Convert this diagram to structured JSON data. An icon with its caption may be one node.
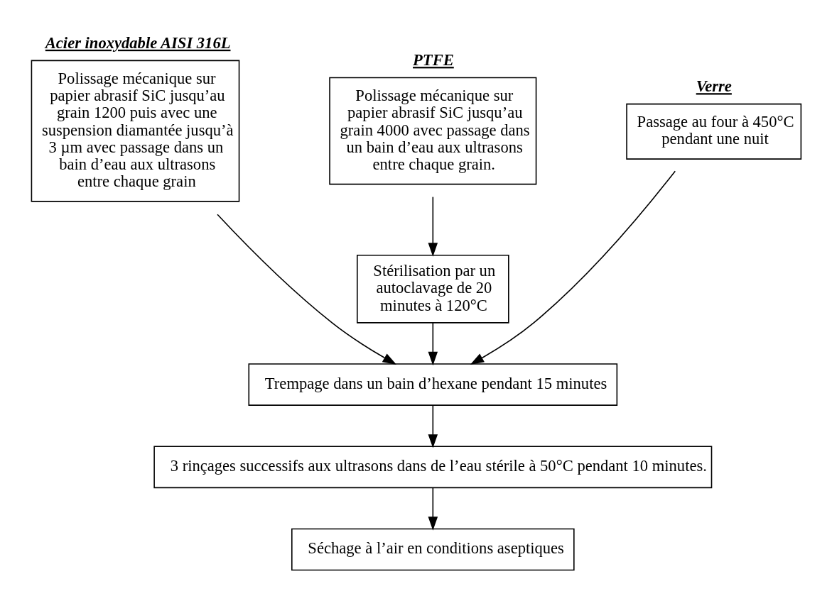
{
  "diagram": {
    "nodes": [
      {
        "text": [
          "Acier inoxydable AISI 316L",
          "Polissage mécanique sur papier abrasif SiC jusqu’au grain 1200 puis avec une suspension diamantée jusqu’à 3 µm avec passage dans un bain d’eau aux ultrasons entre chaque grain"
        ]
      },
      {
        "text": [
          "PTFE",
          "Polissage mécanique sur papier abrasif SiC jusqu’au grain 4000 avec passage dans un bain d’eau aux ultrasons entre chaque grain."
        ]
      },
      {
        "text": [
          "Stérilisation par un autoclavage de 20 minutes à 120°C"
        ]
      },
      {
        "text": [
          "Verre",
          "Passage au four à 450°C pendant une nuit"
        ]
      },
      {
        "text": [
          "Trempage dans un bain d’hexane pendant 15 minutes"
        ]
      },
      {
        "text": [
          "3 rinçages successifs aux ultrasons dans de l’eau stérile à 50°C pendant 10 minutes."
        ]
      },
      {
        "text": [
          "Séchage à l’air en conditions aseptiques"
        ]
      }
    ],
    "edges": [
      {
        "from": 0,
        "to": 4,
        "arrow": "to"
      },
      {
        "from": 1,
        "to": 2,
        "arrow": "to"
      },
      {
        "from": 2,
        "to": 4,
        "arrow": "to"
      },
      {
        "from": 3,
        "to": 4,
        "arrow": "to"
      },
      {
        "from": 4,
        "to": 5,
        "arrow": "to"
      },
      {
        "from": 5,
        "to": 6,
        "arrow": "to"
      }
    ]
  }
}
